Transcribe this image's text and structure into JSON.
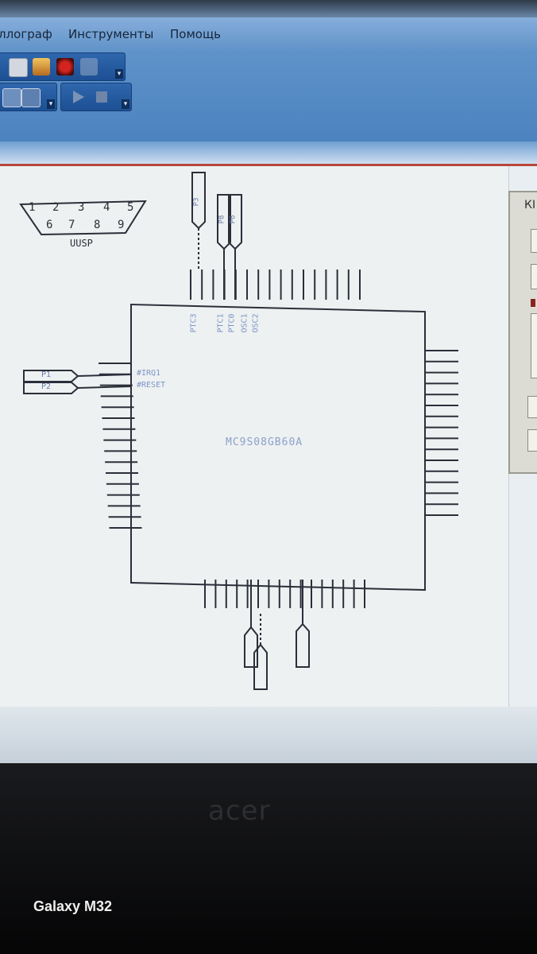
{
  "menu": {
    "items": [
      "ллограф",
      "Инструменты",
      "Помощь"
    ]
  },
  "toolbar": {
    "icons": [
      "save-icon",
      "copy-icon",
      "bug-icon",
      "disabled-icon",
      "zoom-icon",
      "fit-icon",
      "run-icon",
      "stop-icon"
    ]
  },
  "schematic": {
    "connector": {
      "label": "UUSP",
      "pins_top": [
        "1",
        "2",
        "3",
        "4",
        "5"
      ],
      "pins_bottom": [
        "6",
        "7",
        "8",
        "9"
      ]
    },
    "chip_label": "MC9S08GB60A",
    "top_pin_labels": [
      "PTC3",
      "PTC1",
      "PTC0",
      "OSC1",
      "OSC2"
    ],
    "left_pin_labels": [
      "#IRQ1",
      "#RESET"
    ],
    "probe_top_labels": [
      "P3",
      "P8",
      "P6"
    ],
    "probe_left_labels": [
      "P1",
      "P2"
    ]
  },
  "dialog": {
    "title": "КІ"
  },
  "device": {
    "brand": "acer",
    "watermark": "Galaxy M32"
  },
  "colors": {
    "menubar": "#6f9fd2",
    "toolbar": "#2f67ad",
    "schematic_line": "#2b2f3a",
    "label_blue": "#7c95c8"
  }
}
